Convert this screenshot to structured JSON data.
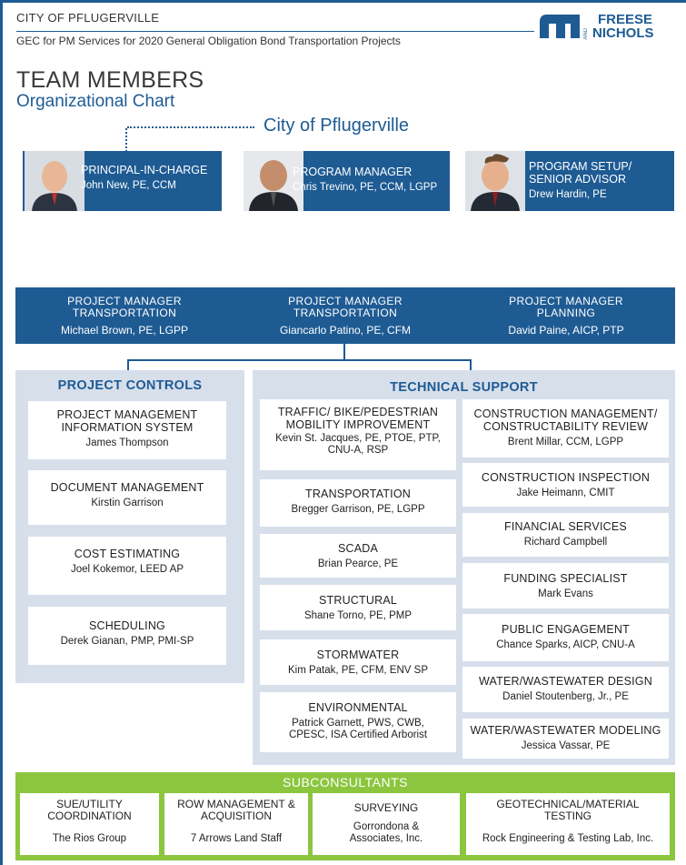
{
  "header": {
    "city": "CITY OF PFLUGERVILLE",
    "subtitle": "GEC for PM Services for 2020 General Obligation Bond Transportation Projects",
    "logo_top": "FREESE",
    "logo_mid": "AND",
    "logo_bottom": "NICHOLS"
  },
  "title": "TEAM MEMBERS",
  "subtitle": "Organizational Chart",
  "client": "City of Pflugerville",
  "leaders": [
    {
      "role": "PRINCIPAL-IN-CHARGE",
      "name": "John New, PE, CCM"
    },
    {
      "role": "PROGRAM MANAGER",
      "name": "Chris Trevino, PE, CCM, LGPP"
    },
    {
      "role1": "PROGRAM SETUP/",
      "role2": "SENIOR ADVISOR",
      "name": "Drew Hardin, PE"
    }
  ],
  "project_managers": [
    {
      "role1": "PROJECT MANAGER",
      "role2": "TRANSPORTATION",
      "name": "Michael Brown, PE, LGPP"
    },
    {
      "role1": "PROJECT MANAGER",
      "role2": "TRANSPORTATION",
      "name": "Giancarlo Patino, PE, CFM"
    },
    {
      "role1": "PROJECT MANAGER",
      "role2": "PLANNING",
      "name": "David Paine, AICP, PTP"
    }
  ],
  "project_controls": {
    "title": "PROJECT CONTROLS",
    "items": [
      {
        "h1": "PROJECT MANAGEMENT",
        "h2": "INFORMATION SYSTEM",
        "name": "James Thompson"
      },
      {
        "h1": "DOCUMENT MANAGEMENT",
        "name": "Kirstin Garrison"
      },
      {
        "h1": "COST ESTIMATING",
        "name": "Joel Kokemor, LEED AP"
      },
      {
        "h1": "SCHEDULING",
        "name": "Derek Gianan, PMP, PMI-SP"
      }
    ]
  },
  "technical_support": {
    "title": "TECHNICAL SUPPORT",
    "left": [
      {
        "h1": "TRAFFIC/ BIKE/PEDESTRIAN",
        "h2": "MOBILITY IMPROVEMENT",
        "n1": "Kevin St. Jacques, PE, PTOE, PTP,",
        "n2": "CNU-A, RSP"
      },
      {
        "h1": "TRANSPORTATION",
        "n1": "Bregger Garrison, PE, LGPP"
      },
      {
        "h1": "SCADA",
        "n1": "Brian Pearce, PE"
      },
      {
        "h1": "STRUCTURAL",
        "n1": "Shane Torno, PE, PMP"
      },
      {
        "h1": "STORMWATER",
        "n1": "Kim Patak, PE, CFM, ENV SP"
      },
      {
        "h1": "ENVIRONMENTAL",
        "n1": "Patrick Garnett, PWS, CWB,",
        "n2": "CPESC, ISA Certified Arborist"
      }
    ],
    "right": [
      {
        "h1": "CONSTRUCTION MANAGEMENT/",
        "h2": "CONSTRUCTABILITY REVIEW",
        "n1": "Brent Millar, CCM, LGPP"
      },
      {
        "h1": "CONSTRUCTION INSPECTION",
        "n1": "Jake Heimann, CMIT"
      },
      {
        "h1": "FINANCIAL SERVICES",
        "n1": "Richard Campbell"
      },
      {
        "h1": "FUNDING SPECIALIST",
        "n1": "Mark Evans"
      },
      {
        "h1": "PUBLIC ENGAGEMENT",
        "n1": "Chance Sparks, AICP, CNU-A"
      },
      {
        "h1": "WATER/WASTEWATER DESIGN",
        "n1": "Daniel Stoutenberg, Jr., PE"
      },
      {
        "h1": "WATER/WASTEWATER MODELING",
        "n1": "Jessica Vassar, PE"
      }
    ]
  },
  "subconsultants": {
    "title": "SUBCONSULTANTS",
    "items": [
      {
        "h1": "SUE/UTILITY",
        "h2": "COORDINATION",
        "n1": "The Rios Group"
      },
      {
        "h1": "ROW MANAGEMENT &",
        "h2": "ACQUISITION",
        "n1": "7 Arrows Land Staff"
      },
      {
        "h1": "SURVEYING",
        "n1": "Gorrondona &",
        "n2": "Associates, Inc."
      },
      {
        "h1": "GEOTECHNICAL/MATERIAL",
        "h2": "TESTING",
        "n1": "Rock Engineering & Testing Lab, Inc."
      }
    ]
  },
  "colors": {
    "brand_blue": "#1e5b93",
    "panel": "#d7dfeb",
    "sub_green": "#8cc63f"
  }
}
